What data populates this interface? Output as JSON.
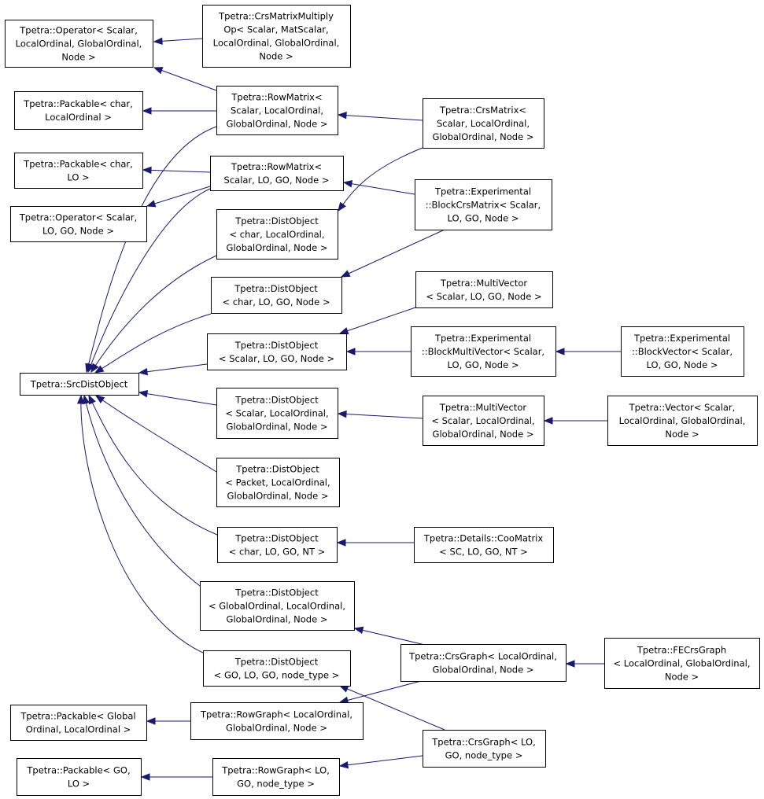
{
  "nodes": [
    {
      "id": "op_scalar_lo_go",
      "name": "node-operator-scalar-localordinal",
      "lines": [
        "Tpetra::Operator< Scalar,",
        "LocalOrdinal, GlobalOrdinal,",
        "Node >"
      ]
    },
    {
      "id": "crs_mult_op",
      "name": "node-crsmatrixmultiplyop",
      "lines": [
        "Tpetra::CrsMatrixMultiply",
        "Op< Scalar, MatScalar,",
        "LocalOrdinal, GlobalOrdinal,",
        "Node >"
      ]
    },
    {
      "id": "packable_char_lo",
      "name": "node-packable-char-localordinal",
      "lines": [
        "Tpetra::Packable< char,",
        "LocalOrdinal >"
      ]
    },
    {
      "id": "rowmatrix_full",
      "name": "node-rowmatrix-localordinal",
      "lines": [
        "Tpetra::RowMatrix<",
        "Scalar, LocalOrdinal,",
        "GlobalOrdinal, Node >"
      ]
    },
    {
      "id": "crsmatrix",
      "name": "node-crsmatrix",
      "lines": [
        "Tpetra::CrsMatrix<",
        "Scalar, LocalOrdinal,",
        "GlobalOrdinal, Node >"
      ]
    },
    {
      "id": "packable_char_LO",
      "name": "node-packable-char-lo",
      "lines": [
        "Tpetra::Packable< char,",
        "LO >"
      ]
    },
    {
      "id": "rowmatrix_short",
      "name": "node-rowmatrix-lo-go",
      "lines": [
        "Tpetra::RowMatrix<",
        "Scalar, LO, GO, Node >"
      ]
    },
    {
      "id": "op_scalar_LO_GO",
      "name": "node-operator-scalar-lo-go",
      "lines": [
        "Tpetra::Operator< Scalar,",
        "LO, GO, Node >"
      ]
    },
    {
      "id": "blockcrsmatrix",
      "name": "node-blockcrsmatrix",
      "lines": [
        "Tpetra::Experimental",
        "::BlockCrsMatrix< Scalar,",
        "LO, GO, Node >"
      ]
    },
    {
      "id": "distobj_char_full",
      "name": "node-distobject-char-localordinal",
      "lines": [
        "Tpetra::DistObject",
        "< char, LocalOrdinal,",
        "GlobalOrdinal, Node >"
      ]
    },
    {
      "id": "distobj_char_short",
      "name": "node-distobject-char-lo-go",
      "lines": [
        "Tpetra::DistObject",
        "< char, LO, GO, Node >"
      ]
    },
    {
      "id": "multivector_short",
      "name": "node-multivector-lo-go",
      "lines": [
        "Tpetra::MultiVector",
        "< Scalar, LO, GO, Node >"
      ]
    },
    {
      "id": "distobj_scalar_short",
      "name": "node-distobject-scalar-lo-go",
      "lines": [
        "Tpetra::DistObject",
        "< Scalar, LO, GO, Node >"
      ]
    },
    {
      "id": "blockmultivector",
      "name": "node-blockmultivector",
      "lines": [
        "Tpetra::Experimental",
        "::BlockMultiVector< Scalar,",
        "LO, GO, Node >"
      ]
    },
    {
      "id": "blockvector",
      "name": "node-blockvector",
      "lines": [
        "Tpetra::Experimental",
        "::BlockVector< Scalar,",
        "LO, GO, Node >"
      ]
    },
    {
      "id": "srcdistobject",
      "name": "node-srcdistobject",
      "lines": [
        "Tpetra::SrcDistObject"
      ]
    },
    {
      "id": "distobj_scalar_full",
      "name": "node-distobject-scalar-localordinal",
      "lines": [
        "Tpetra::DistObject",
        "< Scalar, LocalOrdinal,",
        "GlobalOrdinal, Node >"
      ]
    },
    {
      "id": "multivector_full",
      "name": "node-multivector-localordinal",
      "lines": [
        "Tpetra::MultiVector",
        "< Scalar, LocalOrdinal,",
        "GlobalOrdinal, Node >"
      ]
    },
    {
      "id": "vector",
      "name": "node-vector",
      "lines": [
        "Tpetra::Vector< Scalar,",
        "LocalOrdinal, GlobalOrdinal,",
        "Node >"
      ]
    },
    {
      "id": "distobj_packet",
      "name": "node-distobject-packet",
      "lines": [
        "Tpetra::DistObject",
        "< Packet, LocalOrdinal,",
        "GlobalOrdinal, Node >"
      ]
    },
    {
      "id": "distobj_char_nt",
      "name": "node-distobject-char-nt",
      "lines": [
        "Tpetra::DistObject",
        "< char, LO, GO, NT >"
      ]
    },
    {
      "id": "coomatrix",
      "name": "node-coomatrix",
      "lines": [
        "Tpetra::Details::CooMatrix",
        "< SC, LO, GO, NT >"
      ]
    },
    {
      "id": "distobj_go_lo",
      "name": "node-distobject-globalordinal",
      "lines": [
        "Tpetra::DistObject",
        "< GlobalOrdinal, LocalOrdinal,",
        "GlobalOrdinal, Node >"
      ]
    },
    {
      "id": "distobj_go_nodetype",
      "name": "node-distobject-go-node-type",
      "lines": [
        "Tpetra::DistObject",
        "< GO, LO, GO, node_type >"
      ]
    },
    {
      "id": "crsgraph_full",
      "name": "node-crsgraph-localordinal",
      "lines": [
        "Tpetra::CrsGraph< LocalOrdinal,",
        "GlobalOrdinal, Node >"
      ]
    },
    {
      "id": "fecrsgraph",
      "name": "node-fecrsgraph",
      "lines": [
        "Tpetra::FECrsGraph",
        "< LocalOrdinal, GlobalOrdinal,",
        "Node >"
      ]
    },
    {
      "id": "packable_global",
      "name": "node-packable-globalordinal",
      "lines": [
        "Tpetra::Packable< Global",
        "Ordinal, LocalOrdinal >"
      ]
    },
    {
      "id": "rowgraph_full",
      "name": "node-rowgraph-localordinal",
      "lines": [
        "Tpetra::RowGraph< LocalOrdinal,",
        "GlobalOrdinal, Node >"
      ]
    },
    {
      "id": "crsgraph_short",
      "name": "node-crsgraph-lo",
      "lines": [
        "Tpetra::CrsGraph< LO,",
        "GO, node_type >"
      ]
    },
    {
      "id": "packable_go_lo",
      "name": "node-packable-go-lo",
      "lines": [
        "Tpetra::Packable< GO,",
        "LO >"
      ]
    },
    {
      "id": "rowgraph_short",
      "name": "node-rowgraph-lo",
      "lines": [
        "Tpetra::RowGraph< LO,",
        "GO, node_type >"
      ]
    }
  ],
  "edges": [
    {
      "from": "crs_mult_op",
      "to": "op_scalar_lo_go"
    },
    {
      "from": "rowmatrix_full",
      "to": "op_scalar_lo_go"
    },
    {
      "from": "rowmatrix_full",
      "to": "packable_char_lo"
    },
    {
      "from": "rowmatrix_full",
      "to": "srcdistobject"
    },
    {
      "from": "crsmatrix",
      "to": "rowmatrix_full"
    },
    {
      "from": "crsmatrix",
      "to": "distobj_char_full"
    },
    {
      "from": "rowmatrix_short",
      "to": "packable_char_LO"
    },
    {
      "from": "rowmatrix_short",
      "to": "op_scalar_LO_GO"
    },
    {
      "from": "rowmatrix_short",
      "to": "srcdistobject"
    },
    {
      "from": "blockcrsmatrix",
      "to": "rowmatrix_short"
    },
    {
      "from": "blockcrsmatrix",
      "to": "distobj_char_short"
    },
    {
      "from": "distobj_char_full",
      "to": "srcdistobject"
    },
    {
      "from": "distobj_char_short",
      "to": "srcdistobject"
    },
    {
      "from": "multivector_short",
      "to": "distobj_scalar_short"
    },
    {
      "from": "distobj_scalar_short",
      "to": "srcdistobject"
    },
    {
      "from": "blockmultivector",
      "to": "distobj_scalar_short"
    },
    {
      "from": "blockvector",
      "to": "blockmultivector"
    },
    {
      "from": "distobj_scalar_full",
      "to": "srcdistobject"
    },
    {
      "from": "multivector_full",
      "to": "distobj_scalar_full"
    },
    {
      "from": "vector",
      "to": "multivector_full"
    },
    {
      "from": "distobj_packet",
      "to": "srcdistobject"
    },
    {
      "from": "distobj_char_nt",
      "to": "srcdistobject"
    },
    {
      "from": "coomatrix",
      "to": "distobj_char_nt"
    },
    {
      "from": "distobj_go_lo",
      "to": "srcdistobject"
    },
    {
      "from": "distobj_go_nodetype",
      "to": "srcdistobject"
    },
    {
      "from": "crsgraph_full",
      "to": "distobj_go_lo"
    },
    {
      "from": "crsgraph_full",
      "to": "rowgraph_full"
    },
    {
      "from": "fecrsgraph",
      "to": "crsgraph_full"
    },
    {
      "from": "rowgraph_full",
      "to": "packable_global"
    },
    {
      "from": "crsgraph_short",
      "to": "distobj_go_nodetype"
    },
    {
      "from": "crsgraph_short",
      "to": "rowgraph_short"
    },
    {
      "from": "rowgraph_short",
      "to": "packable_go_lo"
    }
  ]
}
